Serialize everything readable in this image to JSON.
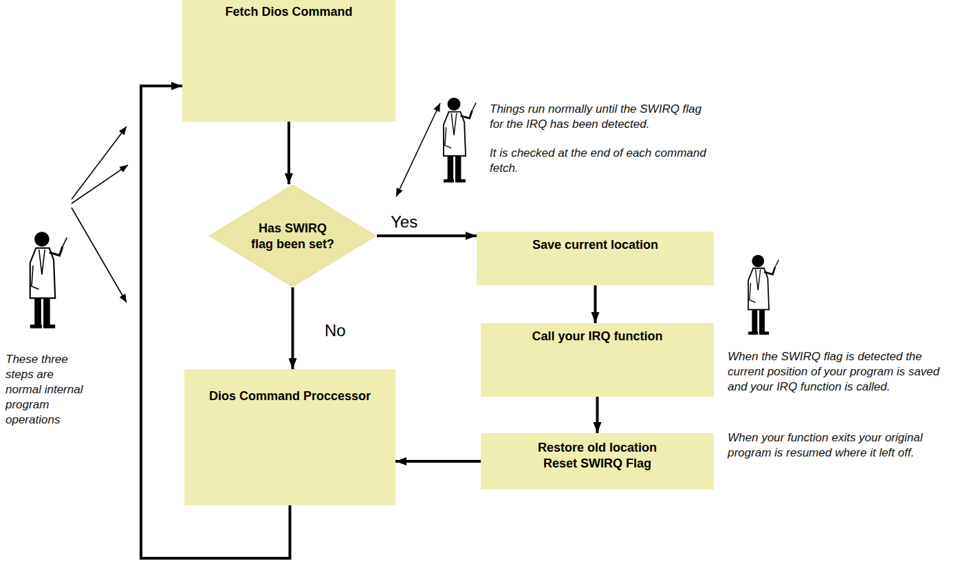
{
  "diagram": {
    "nodes": [
      {
        "text": [
          "Fetch Dios Command"
        ]
      },
      {
        "text": [
          "Has SWIRQ flag been set?"
        ]
      },
      {
        "text": [
          "Save current location"
        ]
      },
      {
        "text": [
          "Call your IRQ function"
        ]
      },
      {
        "text": [
          "Restore old location",
          "Reset SWIRQ Flag"
        ]
      },
      {
        "text": [
          "Dios Command Proccessor"
        ]
      }
    ],
    "edges": [
      {
        "from": 0,
        "to": 1,
        "arrow": "to"
      },
      {
        "from": 1,
        "to": 2,
        "label": "Yes",
        "arrow": "to"
      },
      {
        "from": 1,
        "to": 5,
        "label": "No",
        "arrow": "to"
      },
      {
        "from": 2,
        "to": 3,
        "arrow": "to"
      },
      {
        "from": 3,
        "to": 4,
        "arrow": "to"
      },
      {
        "from": 4,
        "to": 5,
        "arrow": "to"
      },
      {
        "from": 5,
        "to": 0,
        "arrow": "to"
      }
    ],
    "labels": [
      "Things run normally until the SWIRQ flag for the IRQ has been detected.",
      "It is checked at the end of each command fetch.",
      "These three steps are normal internal program operations",
      "When the SWIRQ flag is detected the current position of your program is saved and your IRQ function is called.",
      "When your function exits your original program is resumed where it left off."
    ]
  }
}
